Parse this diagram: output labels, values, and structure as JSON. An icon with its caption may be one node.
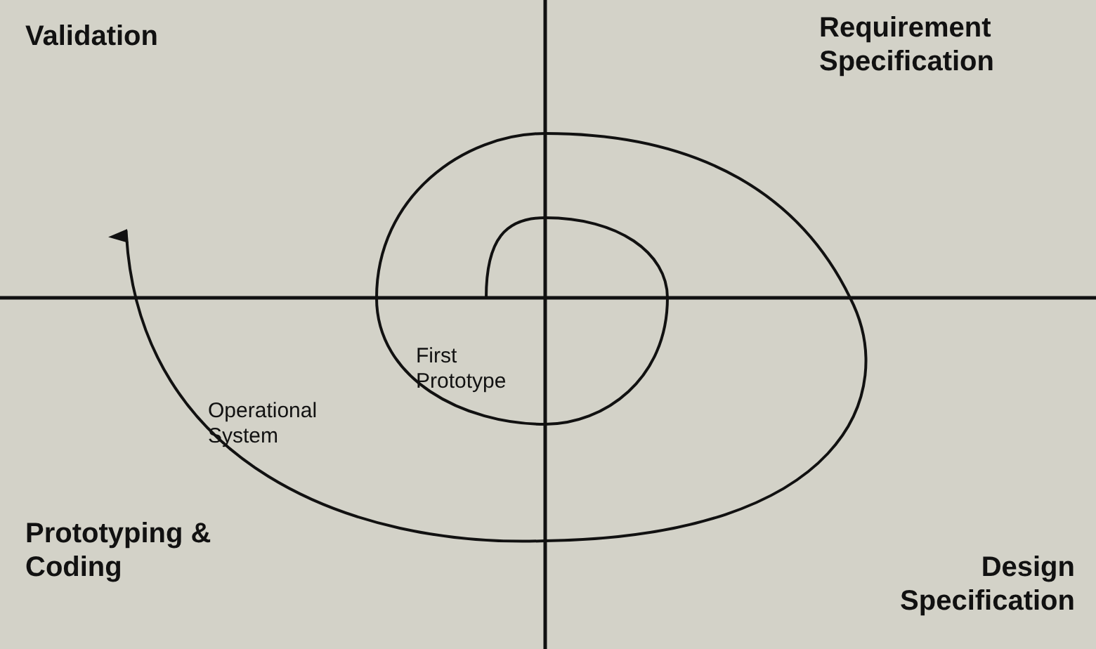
{
  "diagram": {
    "labels": [
      "Validation",
      "Requirement Specification",
      "First Prototype",
      "Operational System",
      "Prototyping & Coding",
      "Design Specification"
    ]
  }
}
